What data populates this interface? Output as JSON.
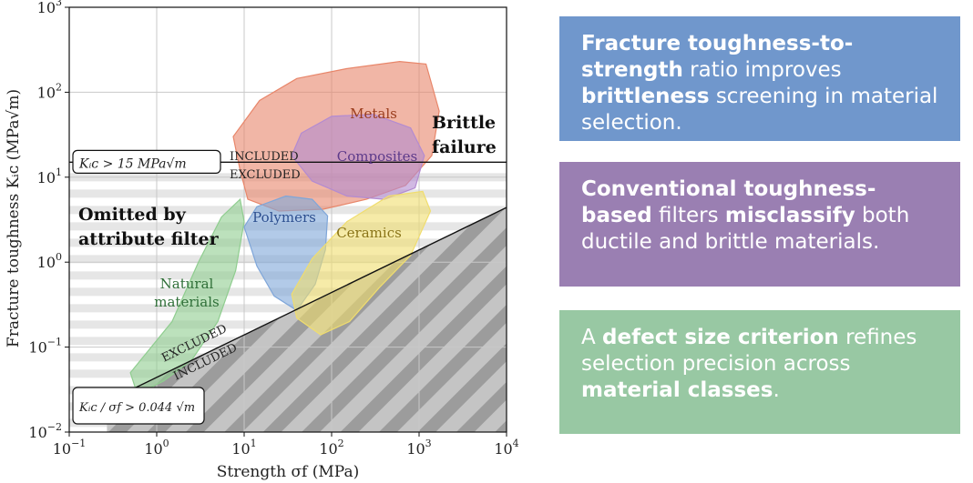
{
  "chart_data": {
    "type": "scatter",
    "title": "",
    "xlabel": "Strength σ_f  (MPa)",
    "ylabel": "Fracture toughness K_Ic  (MPa√m)",
    "x_scale": "log",
    "y_scale": "log",
    "xlim": [
      0.1,
      10000
    ],
    "ylim": [
      0.01,
      1000
    ],
    "grid": true,
    "x_ticks": [
      {
        "base": "10",
        "exp": "−1"
      },
      {
        "base": "10",
        "exp": "0"
      },
      {
        "base": "10",
        "exp": "1"
      },
      {
        "base": "10",
        "exp": "2"
      },
      {
        "base": "10",
        "exp": "3"
      },
      {
        "base": "10",
        "exp": "4"
      }
    ],
    "y_ticks": [
      {
        "base": "10",
        "exp": "−2"
      },
      {
        "base": "10",
        "exp": "−1"
      },
      {
        "base": "10",
        "exp": "0"
      },
      {
        "base": "10",
        "exp": "1"
      },
      {
        "base": "10",
        "exp": "2"
      },
      {
        "base": "10",
        "exp": "3"
      }
    ],
    "material_families": [
      {
        "name": "Metals",
        "color": "#e8866a",
        "label_color": "#9a3c1c"
      },
      {
        "name": "Composites",
        "color": "#b38bd1",
        "label_color": "#5d3a8a"
      },
      {
        "name": "Polymers",
        "color": "#7fa6d9",
        "label_color": "#2d4f8f"
      },
      {
        "name": "Ceramics",
        "color": "#f0dd6e",
        "label_color": "#8a7418"
      },
      {
        "name": "Natural\nmaterials",
        "color": "#8fcd8f",
        "label_color": "#2f6f38"
      }
    ],
    "threshold_lines": [
      {
        "kind": "horizontal",
        "y": 15,
        "label": "K_Ic > 15 MPa√m",
        "above": "INCLUDED",
        "below": "EXCLUDED"
      },
      {
        "kind": "diagonal",
        "ratio": 0.044,
        "label": "K_Ic / σ_f > 0.044 √m",
        "above": "EXCLUDED",
        "below": "INCLUDED"
      }
    ],
    "annotations": [
      "Omitted by\nattribute filter",
      "Brittle\nfailure"
    ]
  },
  "boxes": [
    {
      "color": "#7097cc",
      "parts": [
        {
          "t": "Fracture toughness-to-strength",
          "b": true
        },
        {
          "t": " ratio improves ",
          "b": false
        },
        {
          "t": "brittleness",
          "b": true
        },
        {
          "t": " screening in material selection.",
          "b": false
        }
      ]
    },
    {
      "color": "#9a7fb2",
      "parts": [
        {
          "t": "Conventional toughness-based",
          "b": true
        },
        {
          "t": " filters ",
          "b": false
        },
        {
          "t": "misclassify",
          "b": true
        },
        {
          "t": " both ductile and brittle materials.",
          "b": false
        }
      ]
    },
    {
      "color": "#98c8a3",
      "parts": [
        {
          "t": "A ",
          "b": false
        },
        {
          "t": "defect size criterion",
          "b": true
        },
        {
          "t": " refines selection precision across ",
          "b": false
        },
        {
          "t": "material classes",
          "b": true
        },
        {
          "t": ".",
          "b": false
        }
      ]
    }
  ]
}
